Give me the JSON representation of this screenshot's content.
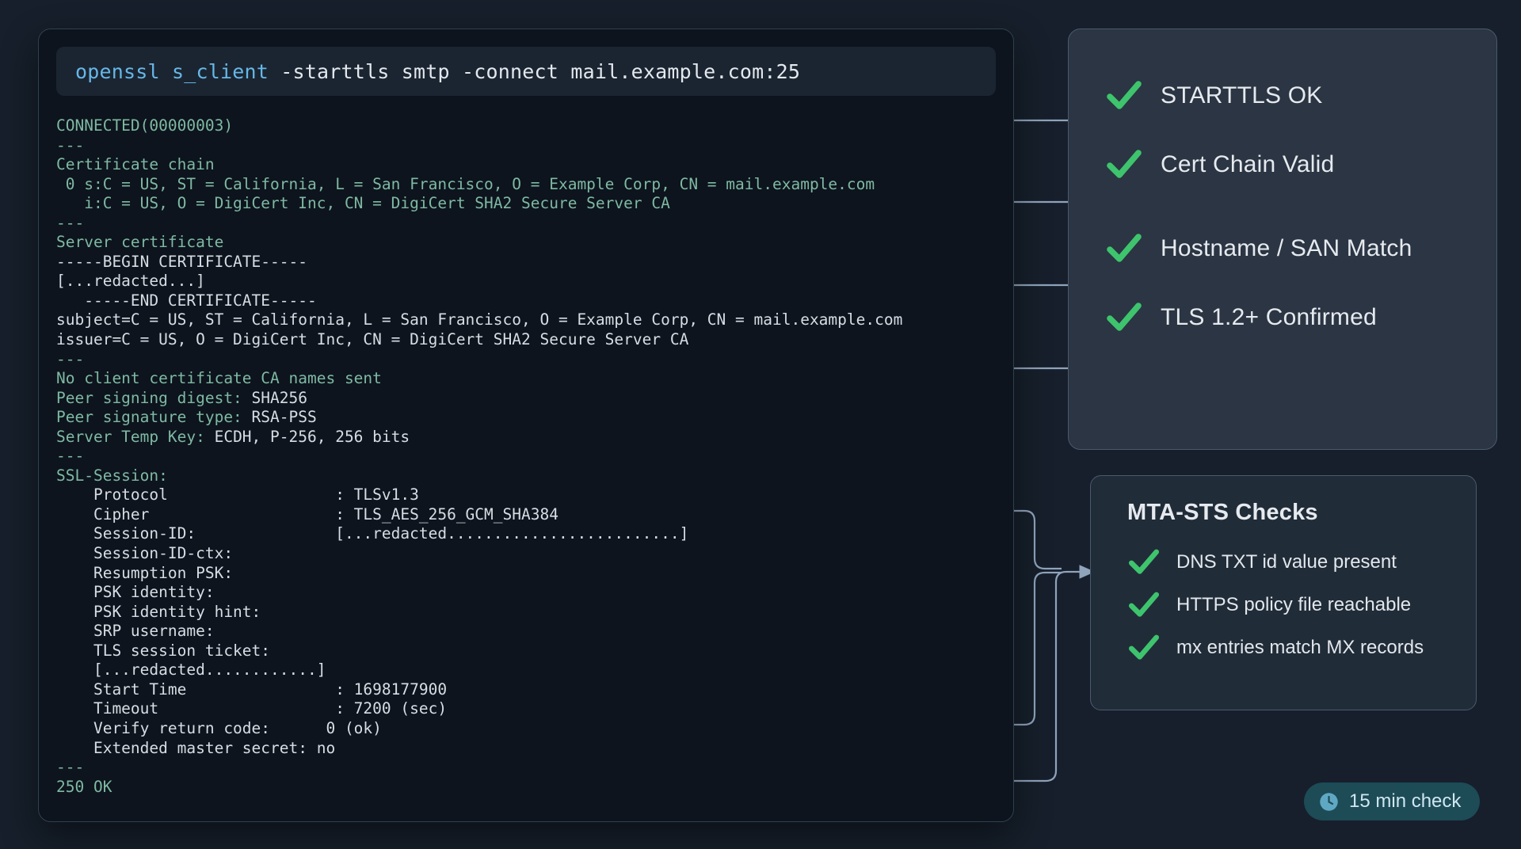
{
  "theme": {
    "page_bg": "#161f2b",
    "terminal_bg": "#0d141d",
    "panel_bg": "#2b3543",
    "mta_panel_bg": "#212c39",
    "accent_green": "#3ec46d",
    "accent_blue": "#66b8e8",
    "wire_color": "#8fa3bb",
    "badge_bg": "#1d4b56",
    "badge_text": "#cfe7f2"
  },
  "terminal": {
    "command": {
      "prefix": "openssl s_client",
      "rest": " -starttls smtp -connect mail.example.com:25",
      "full": "openssl s_client -starttls smtp -connect mail.example.com:25"
    },
    "lines": [
      {
        "text": "CONNECTED(00000003)",
        "style": "green"
      },
      {
        "text": "---",
        "style": "green"
      },
      {
        "text": "Certificate chain",
        "style": "green"
      },
      {
        "text": " 0 s:C = US, ST = California, L = San Francisco, O = Example Corp, CN = mail.example.com",
        "style": "mixed-0"
      },
      {
        "text": "   i:C = US, O = DigiCert Inc, CN = DigiCert SHA2 Secure Server CA",
        "style": "mixed-i"
      },
      {
        "text": "---",
        "style": "green"
      },
      {
        "text": "Server certificate",
        "style": "green"
      },
      {
        "text": "-----BEGIN CERTIFICATE-----",
        "style": "white"
      },
      {
        "text": "[...redacted...]",
        "style": "white"
      },
      {
        "text": "   -----END CERTIFICATE-----",
        "style": "white"
      },
      {
        "text": "subject=C = US, ST = California, L = San Francisco, O = Example Corp, CN = mail.example.com",
        "style": "white"
      },
      {
        "text": "issuer=C = US, O = DigiCert Inc, CN = DigiCert SHA2 Secure Server CA",
        "style": "white"
      },
      {
        "text": "---",
        "style": "green"
      },
      {
        "text": "No client certificate CA names sent",
        "style": "green"
      },
      {
        "text": "Peer signing digest: SHA256",
        "style": "kv-green",
        "key": "Peer signing digest:",
        "value": " SHA256"
      },
      {
        "text": "Peer signature type: RSA-PSS",
        "style": "kv-green",
        "key": "Peer signature type:",
        "value": " RSA-PSS"
      },
      {
        "text": "Server Temp Key: ECDH, P-256, 256 bits",
        "style": "kv-green",
        "key": "Server Temp Key:",
        "value": " ECDH, P-256, 256 bits"
      },
      {
        "text": "---",
        "style": "green"
      },
      {
        "text": "SSL-Session:",
        "style": "green"
      },
      {
        "text": "    Protocol                  : TLSv1.3",
        "style": "white"
      },
      {
        "text": "    Cipher                    : TLS_AES_256_GCM_SHA384",
        "style": "white"
      },
      {
        "text": "    Session-ID:               [...redacted.........................]",
        "style": "white"
      },
      {
        "text": "    Session-ID-ctx:",
        "style": "white"
      },
      {
        "text": "    Resumption PSK:",
        "style": "white"
      },
      {
        "text": "    PSK identity:",
        "style": "white"
      },
      {
        "text": "    PSK identity hint:",
        "style": "white"
      },
      {
        "text": "    SRP username:",
        "style": "white"
      },
      {
        "text": "    TLS session ticket:",
        "style": "white"
      },
      {
        "text": "    [...redacted............]",
        "style": "white"
      },
      {
        "text": "    Start Time                : 1698177900",
        "style": "white"
      },
      {
        "text": "    Timeout                   : 7200 (sec)",
        "style": "white"
      },
      {
        "text": "    Verify return code:      0 (ok)",
        "style": "white"
      },
      {
        "text": "    Extended master secret: no",
        "style": "white"
      },
      {
        "text": "---",
        "style": "green"
      },
      {
        "text": "250 OK",
        "style": "green"
      }
    ]
  },
  "checks_panel": {
    "items": [
      {
        "label": "STARTTLS OK",
        "icon": "check-icon",
        "status": "ok"
      },
      {
        "label": "Cert Chain Valid",
        "icon": "check-icon",
        "status": "ok"
      },
      {
        "label": "Hostname / SAN Match",
        "icon": "check-icon",
        "status": "ok"
      },
      {
        "label": "TLS 1.2+ Confirmed",
        "icon": "check-icon",
        "status": "ok"
      }
    ]
  },
  "mta_panel": {
    "title": "MTA-STS Checks",
    "items": [
      {
        "label": "DNS TXT id value present",
        "icon": "check-icon",
        "status": "ok"
      },
      {
        "label": "HTTPS policy file reachable",
        "icon": "check-icon",
        "status": "ok"
      },
      {
        "label": "mx entries match MX records",
        "icon": "check-icon",
        "status": "ok"
      }
    ]
  },
  "badge": {
    "icon": "clock-icon",
    "label": "15 min check"
  }
}
